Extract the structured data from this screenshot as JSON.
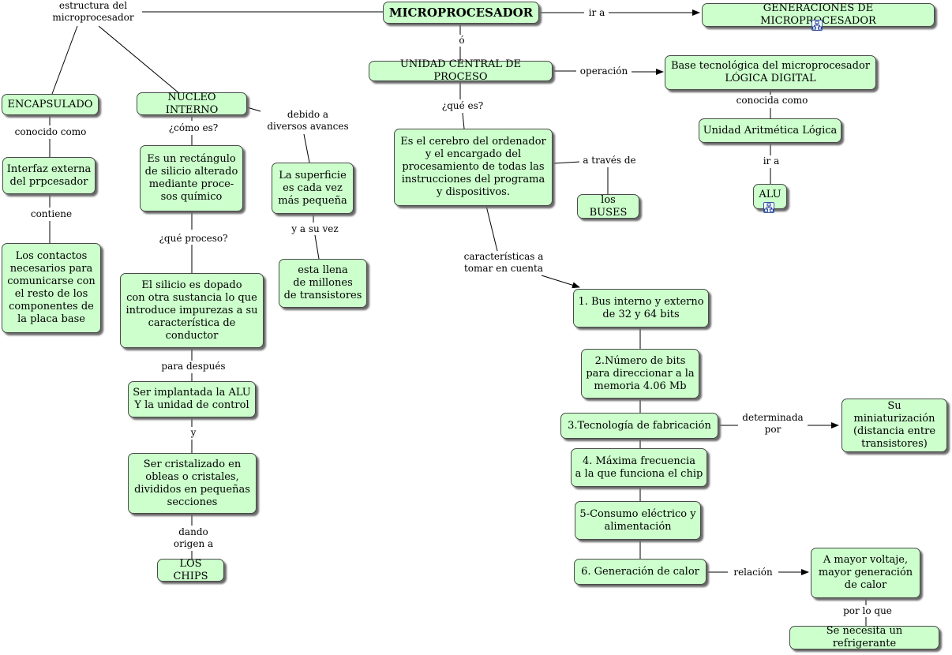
{
  "nodes": {
    "microprocesador": "MICROPROCESADOR",
    "generaciones": "GENERACIONES DE MICROPROCESADOR",
    "unidad_central": "UNIDAD CENTRAL DE PROCESO",
    "base_tecnologica": "Base tecnológica del  microprocesador\nLÓGICA DIGITAL",
    "unidad_aritmetica": "Unidad Aritmética Lógica",
    "alu": "ALU",
    "cerebro": "Es el cerebro del ordenador\ny el encargado del\nprocesamiento de todas las\ninstrucciones del programa\ny dispositivos.",
    "buses": "los BUSES",
    "encapsulado": "ENCAPSULADO",
    "interfaz": "Interfaz externa\ndel prpcesador",
    "contactos": "Los contactos\nnecesarios para\ncomunicarse con\nel resto de los\ncomponentes de\nla  placa base",
    "nucleo": "NUCLEO INTERNO",
    "rectangulo": "Es un rectángulo\nde silicio alterado\nmediante proce-\nsos químico",
    "superficie": "La superficie\nes cada vez\nmás pequeña",
    "transistores": "esta llena\nde millones\nde transistores",
    "dopado": "El silicio es dopado\ncon otra sustancia  lo que\nintroduce impurezas a su\ncaracterística de\nconductor",
    "implantada": "Ser implantada la ALU\nY la unidad de control",
    "cristalizado": "Ser cristalizado en\nobleas o cristales,\ndivididos en pequeñas\nsecciones",
    "chips": "LOS CHIPS",
    "bus_interno": "1. Bus interno y externo\nde 32 y 64 bits",
    "numero_bits": "2.Número de bits\npara direccionar a la\nmemoria 4.06 Mb",
    "tecnologia": "3.Tecnología de fabricación",
    "miniaturizacion": "Su miniaturización\n(distancia entre\ntransistores)",
    "frecuencia": "4. Máxima frecuencia\na la que funciona el chip",
    "consumo": "5-Consumo eléctrico y\nalimentación",
    "calor": "6. Generación de calor",
    "voltaje": "A mayor voltaje,\nmayor generación\nde calor",
    "refrigerante": "Se necesita un refrigerante"
  },
  "links": {
    "estructura": "estructura del\nmicroprocesador",
    "ir_a_1": "ir a",
    "o": "ó",
    "operacion": "operación",
    "conocida_como": "conocida como",
    "ir_a_2": "ir a",
    "que_es": "¿qué es?",
    "a_traves_de": "a través de",
    "conocido_como": "conocido como",
    "contiene": "contiene",
    "como_es": "¿cómo es?",
    "debido_a": "debido a\ndiversos avances",
    "y_a_su_vez": "y a su vez",
    "que_proceso": "¿qué proceso?",
    "para_despues": "para después",
    "y": "y",
    "dando_origen": "dando\norigen a",
    "caracteristicas": "características  a\ntomar en cuenta",
    "determinada_por": "determinada\npor",
    "relacion": "relación",
    "por_lo_que": "por lo que"
  },
  "icons": [
    "concept-map-link-icon",
    "concept-map-link-icon"
  ],
  "colors": {
    "node_fill": "#ccffcc",
    "node_border": "#4a4a4a",
    "shadow": "#6a6a6a",
    "line": "#000000"
  }
}
